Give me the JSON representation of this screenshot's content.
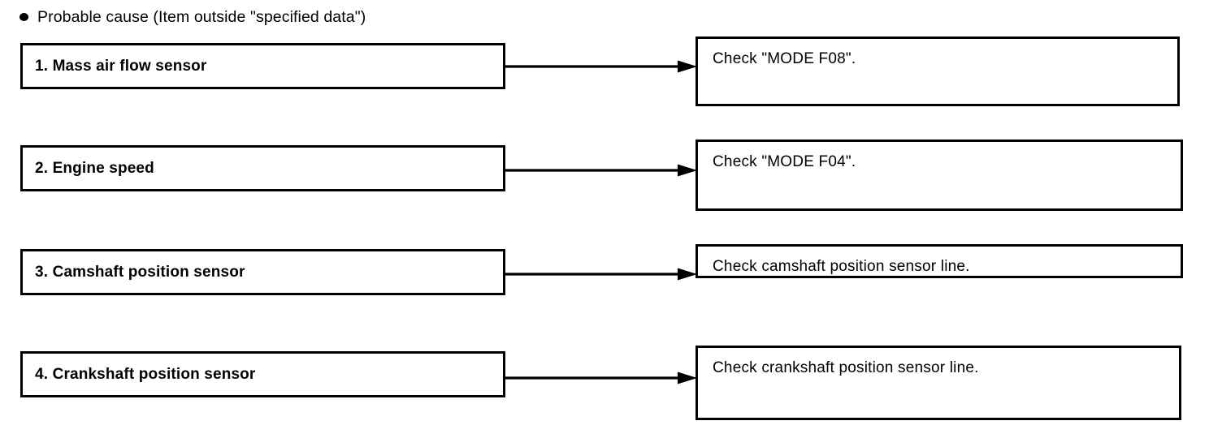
{
  "heading": {
    "bullet_icon": "filled-circle-bullet",
    "text": "Probable cause (Item outside \"specified data\")"
  },
  "colors": {
    "ink": "#000000",
    "background": "#ffffff"
  },
  "rows": [
    {
      "cause": "1. Mass air flow sensor",
      "action": "Check \"MODE F08\".",
      "connector_icon": "arrow-right-icon"
    },
    {
      "cause": "2. Engine speed",
      "action": "Check \"MODE F04\".",
      "connector_icon": "arrow-right-icon"
    },
    {
      "cause": "3. Camshaft position sensor",
      "action": "Check camshaft position sensor line.",
      "connector_icon": "arrow-right-icon"
    },
    {
      "cause": "4. Crankshaft position sensor",
      "action": "Check crankshaft position sensor line.",
      "connector_icon": "arrow-right-icon"
    }
  ]
}
